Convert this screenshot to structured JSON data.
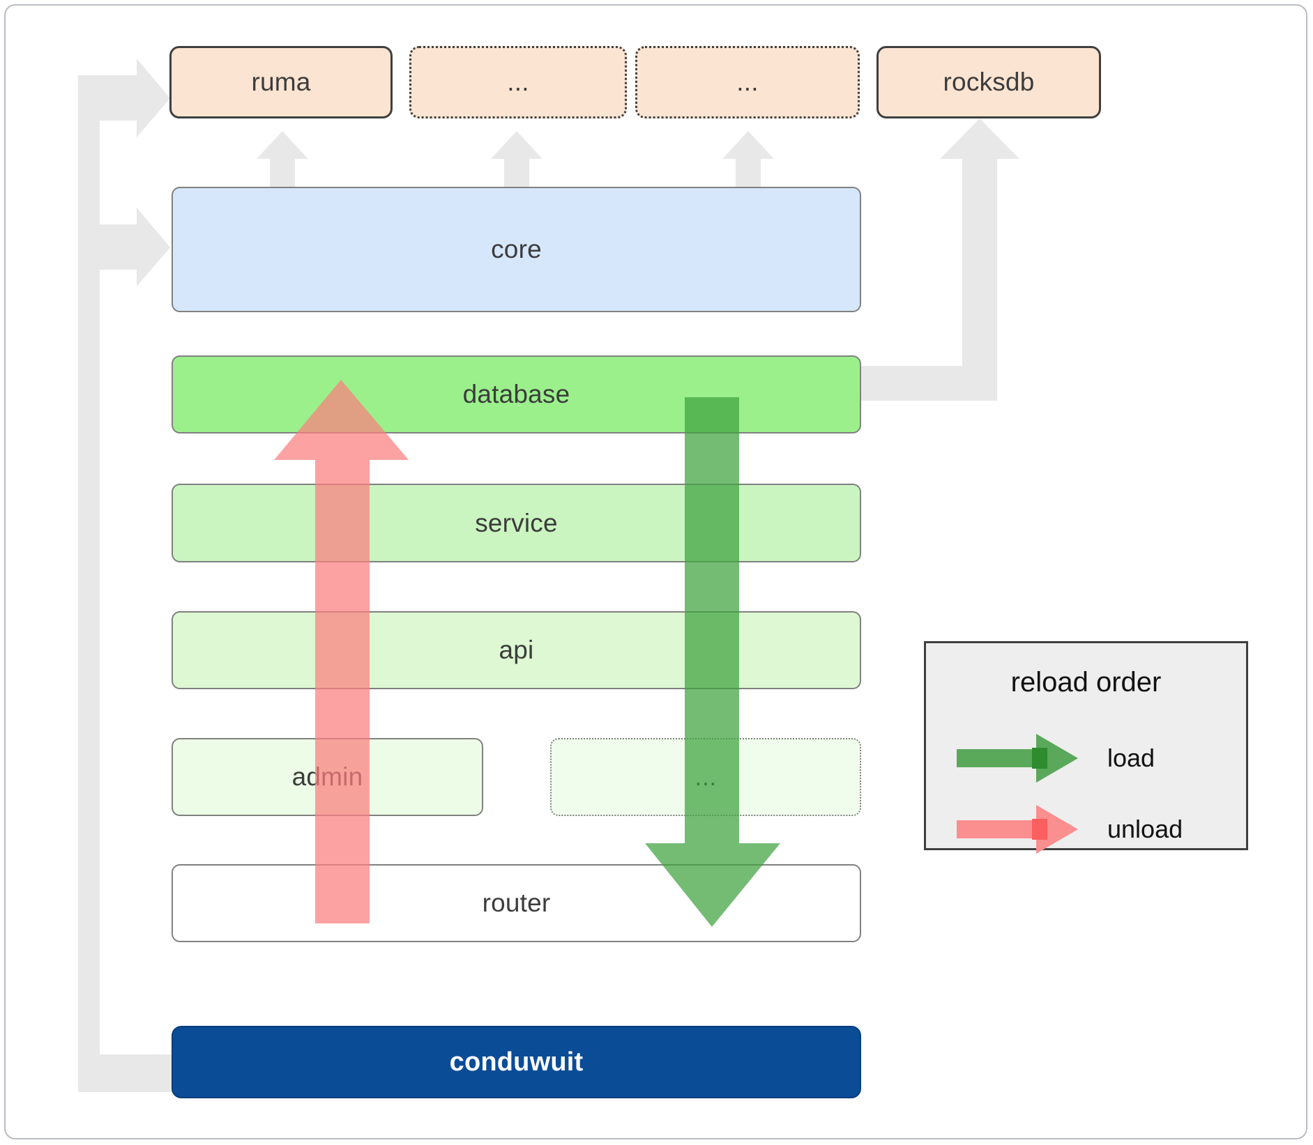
{
  "diagram": {
    "title": "conduwuit crate architecture / reload order",
    "dependencies": [
      {
        "label": "ruma",
        "style": "solid"
      },
      {
        "label": "...",
        "style": "dotted"
      },
      {
        "label": "...",
        "style": "dotted"
      },
      {
        "label": "rocksdb",
        "style": "solid"
      }
    ],
    "layers": [
      {
        "label": "core",
        "style": "solid"
      },
      {
        "label": "database",
        "style": "solid"
      },
      {
        "label": "service",
        "style": "solid"
      },
      {
        "label": "api",
        "style": "solid"
      },
      {
        "label": "admin",
        "style": "solid"
      },
      {
        "label": "...",
        "style": "dotted"
      },
      {
        "label": "router",
        "style": "solid"
      }
    ],
    "binary": {
      "label": "conduwuit"
    },
    "legend": {
      "title": "reload order",
      "items": [
        {
          "label": "load",
          "color": "#5aa85a"
        },
        {
          "label": "unload",
          "color": "#f98080"
        }
      ]
    },
    "colors": {
      "dependency_fill": "#fce4d2",
      "core_fill": "#d6e7fb",
      "database_fill": "#9bf08c",
      "service_fill": "#caf5c0",
      "api_fill": "#ddf8d3",
      "admin_fill": "#ecfce6",
      "dots_fill": "#f0fdec",
      "router_fill": "#ffffff",
      "binary_fill": "#0b4c97",
      "connector_gray": "#e8e8e8",
      "load_green": "#4caf50",
      "unload_red": "#f98080",
      "legend_bg": "#eeeeee",
      "border_gray": "#808080",
      "border_dark": "#3f3f3f"
    }
  }
}
